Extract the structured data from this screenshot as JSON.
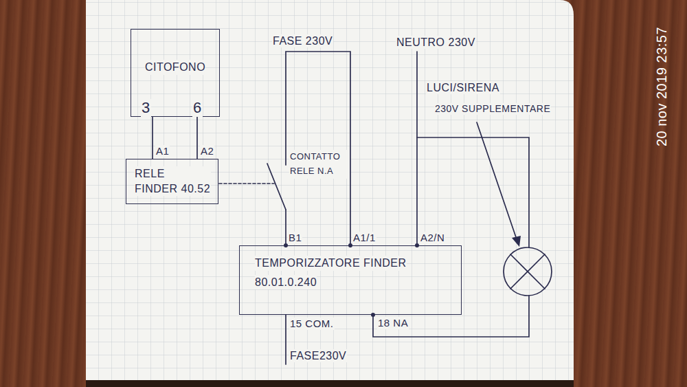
{
  "diagram": {
    "nodes": [
      {
        "text": [
          "CITOFONO"
        ]
      },
      {
        "text": [
          "RELE FINDER 40.52"
        ]
      },
      {
        "text": [
          "TEMPORIZZATORE FINDER",
          "80.01.0.240"
        ]
      }
    ],
    "edges": [
      {
        "from": 0,
        "to": 1,
        "arrow": "none"
      },
      {
        "from": 0,
        "to": 1,
        "arrow": "none"
      }
    ],
    "labels": [
      "3",
      "6",
      "A1",
      "A2",
      "FASE 230V",
      "NEUTRO 230V",
      "LUCI/SIRENA",
      "230V SUPPLEMENTARE",
      "CONTATTO RELE N.A",
      "B1",
      "A1/1",
      "A2/N",
      "15 COM.",
      "18 NA",
      "FASE230V",
      "20 nov 2019 23:57"
    ]
  }
}
